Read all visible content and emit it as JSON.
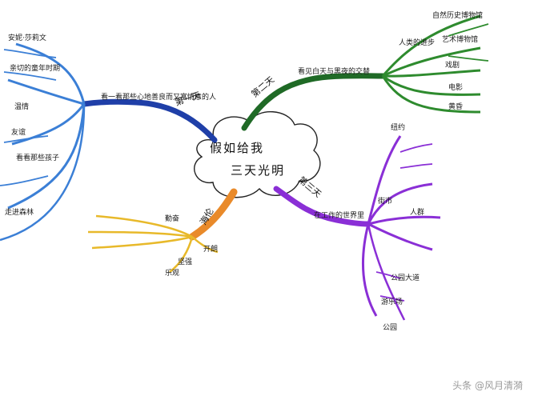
{
  "center": {
    "line1": "假如给我",
    "line2": "三天光明"
  },
  "colors": {
    "blue": "#3b7fd6",
    "navy": "#1f3fa8",
    "darkgreen": "#1f6a26",
    "green": "#2e8b2e",
    "purple": "#8a2fd6",
    "orange": "#e98a2a",
    "yellow": "#e8b92a"
  },
  "branches": {
    "day1": {
      "label": "第一天",
      "main": "看一看那些心地善良而又富情意的人",
      "twigs": [
        "安妮·莎莉文",
        "亲切的童年时期",
        "温情",
        "友谊",
        "看看那些孩子",
        "走进森林"
      ]
    },
    "day2": {
      "label": "第二天",
      "main": "看见白天与黑夜的交替",
      "twigs": [
        "人类的进步",
        "自然历史博物馆",
        "艺术博物馆",
        "戏剧",
        "电影",
        "黄昏"
      ]
    },
    "day3": {
      "label": "第三天",
      "main": "在工作的世界里",
      "twigs": [
        "纽约",
        "街市",
        "人群",
        "公园大道",
        "游乐场",
        "公园"
      ]
    },
    "extra": {
      "label": "海伦",
      "twigs": [
        "勤奋",
        "开朗",
        "坚强",
        "乐观"
      ]
    }
  },
  "watermark": "头条 @风月清漪"
}
